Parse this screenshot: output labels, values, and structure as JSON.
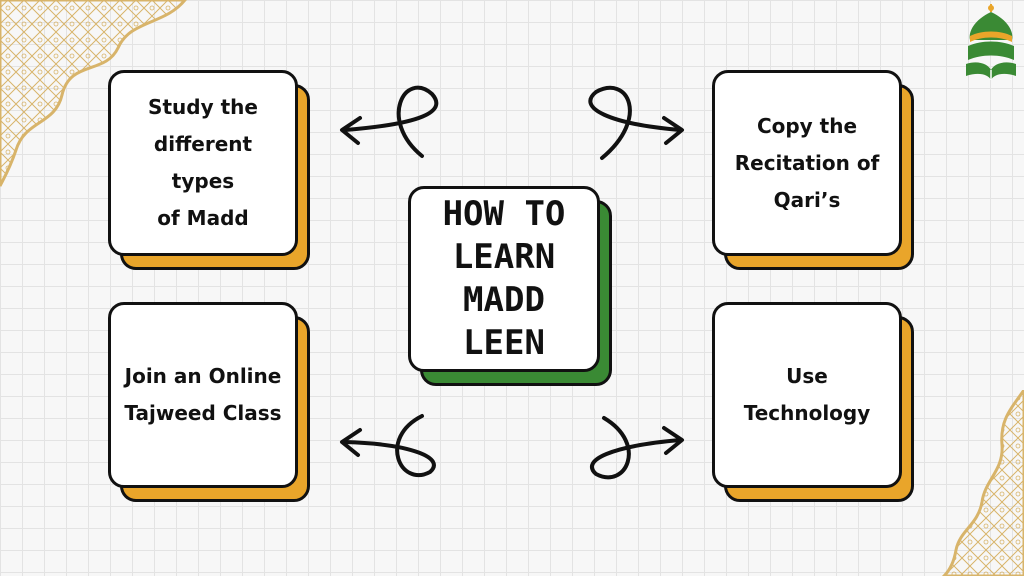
{
  "diagram": {
    "center": {
      "title": "HOW TO\nLEARN\nMADD\nLEEN"
    },
    "steps": [
      {
        "label": "Study the\ndifferent types\nof Madd"
      },
      {
        "label": "Copy the\nRecitation of\nQari’s"
      },
      {
        "label": "Join an Online\nTajweed Class"
      },
      {
        "label": "Use\nTechnology"
      }
    ]
  },
  "colors": {
    "card_shadow_orange": "#e9a52a",
    "card_shadow_green": "#3a8a34",
    "outline": "#111111",
    "card_fill": "#ffffff",
    "ornament_gold": "#d8b46a"
  },
  "icons": {
    "logo": "dome-book-logo",
    "arrows": "curly-arrow-icon",
    "ornament": "gold-lattice-ornament"
  }
}
